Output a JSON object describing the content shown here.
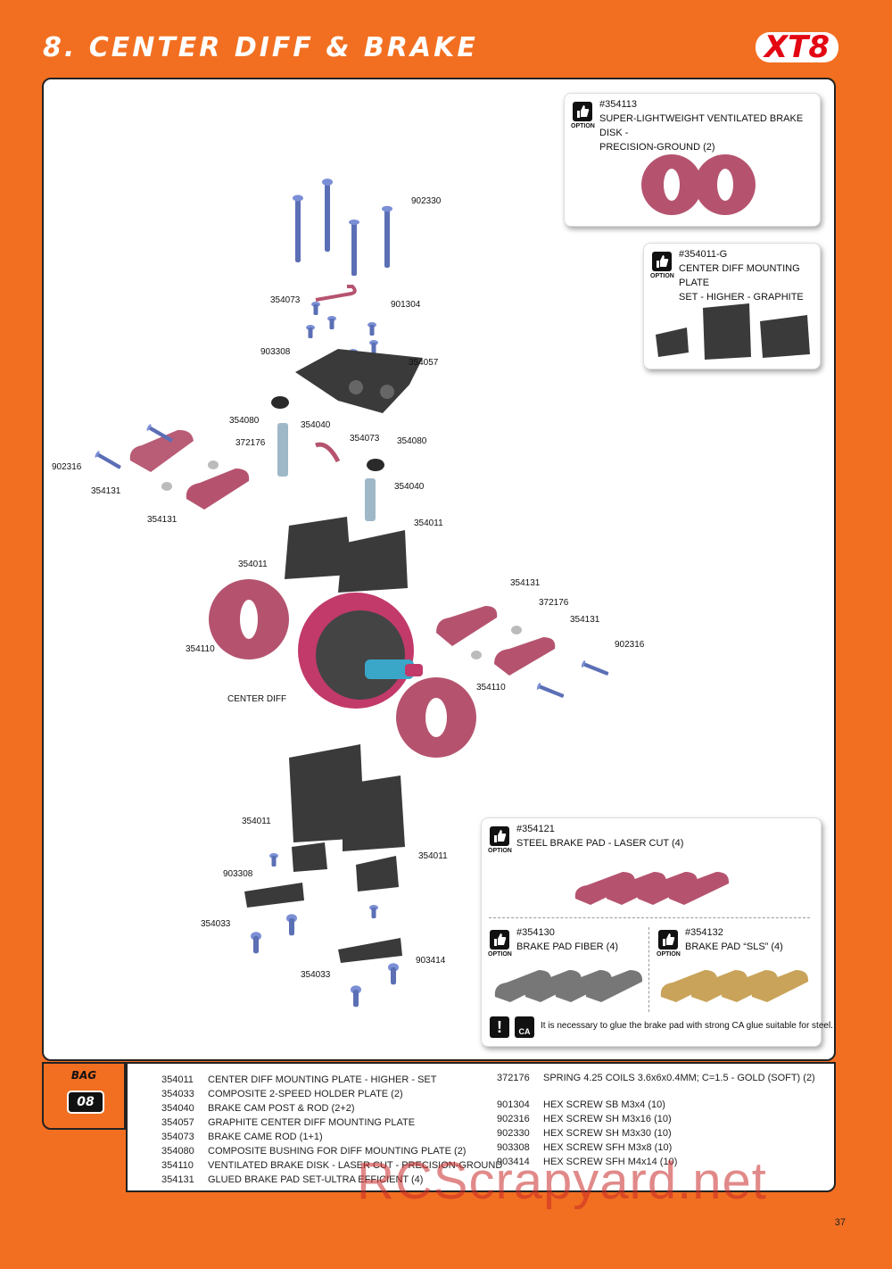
{
  "header": {
    "title": "8. CENTER DIFF & BRAKE",
    "brand": "XT8"
  },
  "options": [
    {
      "code": "#354113",
      "desc1": "SUPER-LIGHTWEIGHT VENTILATED BRAKE DISK -",
      "desc2": "PRECISION-GROUND (2)",
      "tag": "OPTION"
    },
    {
      "code": "#354011-G",
      "desc1": "CENTER DIFF MOUNTING PLATE",
      "desc2": "SET - HIGHER - GRAPHITE",
      "tag": "OPTION"
    },
    {
      "code": "#354121",
      "desc1": "STEEL BRAKE PAD - LASER CUT (4)",
      "desc2": "",
      "tag": "OPTION"
    },
    {
      "code": "#354130",
      "desc1": "BRAKE PAD FIBER (4)",
      "desc2": "",
      "tag": "OPTION"
    },
    {
      "code": "#354132",
      "desc1": "BRAKE PAD “SLS” (4)",
      "desc2": "",
      "tag": "OPTION"
    }
  ],
  "warning": {
    "icon_text": "!",
    "ca_text": "CA",
    "text": "It is necessary to glue the brake pad with strong CA glue suitable for steel."
  },
  "callouts": {
    "c902330": "902330",
    "c354073a": "354073",
    "c901304": "901304",
    "c903308a": "903308",
    "c354057": "354057",
    "c354080a": "354080",
    "c354040a": "354040",
    "c372176a": "372176",
    "c354073b": "354073",
    "c354080b": "354080",
    "c902316a": "902316",
    "c354131a": "354131",
    "c354131b": "354131",
    "c354040b": "354040",
    "c354011a": "354011",
    "c354011b": "354011",
    "c354131c": "354131",
    "c372176b": "372176",
    "c354131d": "354131",
    "c902316b": "902316",
    "c354110a": "354110",
    "c354110b": "354110",
    "center_diff": "CENTER DIFF",
    "c354011c": "354011",
    "c903308b": "903308",
    "c354011d": "354011",
    "c354033a": "354033",
    "c354033b": "354033",
    "c903414": "903414"
  },
  "bag": {
    "label": "BAG",
    "number": "08"
  },
  "parts_left": [
    {
      "code": "354011",
      "desc": "CENTER DIFF MOUNTING PLATE - HIGHER - SET"
    },
    {
      "code": "354033",
      "desc": "COMPOSITE 2-SPEED HOLDER PLATE (2)"
    },
    {
      "code": "354040",
      "desc": "BRAKE CAM POST & ROD (2+2)"
    },
    {
      "code": "354057",
      "desc": "GRAPHITE CENTER DIFF MOUNTING PLATE"
    },
    {
      "code": "354073",
      "desc": "BRAKE CAME ROD (1+1)"
    },
    {
      "code": "354080",
      "desc": "COMPOSITE BUSHING FOR DIFF MOUNTING PLATE (2)"
    },
    {
      "code": "354110",
      "desc": "VENTILATED BRAKE DISK - LASER CUT - PRECISION-GROUND"
    },
    {
      "code": "354131",
      "desc": "GLUED BRAKE PAD SET-ULTRA EFFICIENT (4)"
    }
  ],
  "parts_right_top": [
    {
      "code": "372176",
      "desc": "SPRING 4.25 COILS 3.6x6x0.4MM; C=1.5 - GOLD (SOFT) (2)"
    }
  ],
  "parts_right": [
    {
      "code": "901304",
      "desc": "HEX SCREW  SB M3x4  (10)"
    },
    {
      "code": "902316",
      "desc": "HEX SCREW  SH M3x16  (10)"
    },
    {
      "code": "902330",
      "desc": "HEX SCREW  SH M3x30  (10)"
    },
    {
      "code": "903308",
      "desc": "HEX SCREW  SFH M3x8  (10)"
    },
    {
      "code": "903414",
      "desc": "HEX SCREW  SFH M4x14  (10)"
    }
  ],
  "page_number": "37",
  "watermark": "RCScrapyard.net",
  "colors": {
    "page": "#f26f21",
    "screw": "#5b6fb5",
    "brake": "#b5536f",
    "plastic": "#3a3a3a",
    "gear": "#c23a6a",
    "shaft": "#3aa7c9"
  }
}
